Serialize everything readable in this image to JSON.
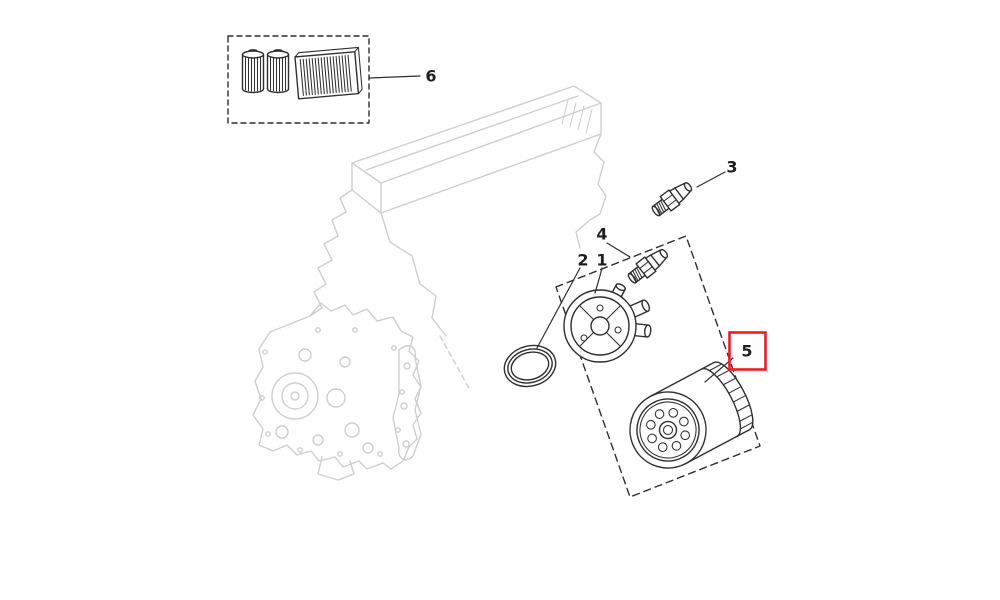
{
  "diagram": {
    "type": "exploded-parts-diagram",
    "callouts": [
      {
        "part": "1",
        "label": "1",
        "highlighted": false
      },
      {
        "part": "2",
        "label": "2",
        "highlighted": false
      },
      {
        "part": "3",
        "label": "3",
        "highlighted": false
      },
      {
        "part": "4",
        "label": "4",
        "highlighted": false
      },
      {
        "part": "5",
        "label": "5",
        "highlighted": true
      },
      {
        "part": "6",
        "label": "6",
        "highlighted": false
      }
    ],
    "colors": {
      "part_line": "#2f2f2f",
      "ghost_line": "#cfcfcf",
      "highlight": "#ed1c24",
      "label_text": "#1f1f1f",
      "background": "#ffffff"
    }
  }
}
